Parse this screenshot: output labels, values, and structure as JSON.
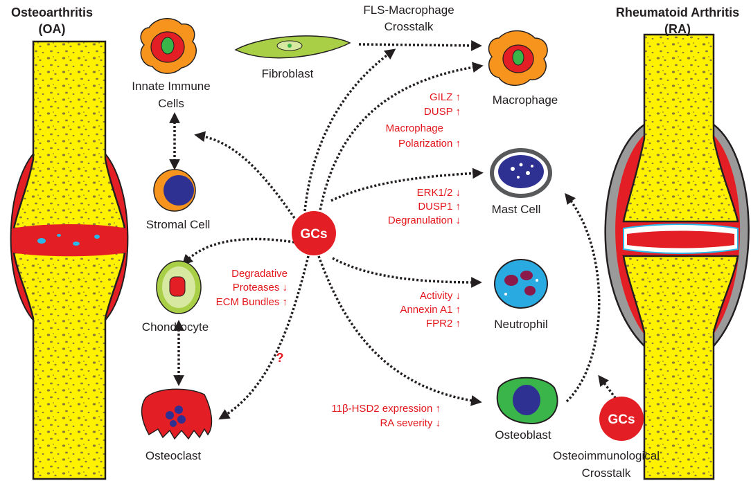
{
  "titles": {
    "oa_line1": "Osteoarthritis",
    "oa_line2": "(OA)",
    "ra_line1": "Rheumatoid Arthritis",
    "ra_line2": "(RA)"
  },
  "center": {
    "label": "GCs"
  },
  "small_gc": {
    "label": "GCs"
  },
  "crosstalk_top": {
    "line1": "FLS-Macrophage",
    "line2": "Crosstalk"
  },
  "crosstalk_bottom": {
    "line1": "Osteoimmunological",
    "line2": "Crosstalk"
  },
  "cells": {
    "innate_line1": "Innate Immune",
    "innate_line2": "Cells",
    "fibroblast": "Fibroblast",
    "stromal": "Stromal Cell",
    "chondrocyte": "Chondrocyte",
    "osteoclast": "Osteoclast",
    "macrophage": "Macrophage",
    "mast": "Mast Cell",
    "neutrophil": "Neutrophil",
    "osteoblast": "Osteoblast"
  },
  "effects": {
    "macrophage": [
      "GILZ ↑",
      "DUSP ↑",
      "Macrophage",
      "Polarization ↑"
    ],
    "mast": [
      "ERK1/2 ↓",
      "DUSP1 ↑",
      "Degranulation ↓"
    ],
    "neutrophil": [
      "Activity ↓",
      "Annexin A1 ↑",
      "FPR2 ↑"
    ],
    "chondrocyte": [
      "Degradative",
      "Proteases ↓",
      "ECM Bundles ↑"
    ],
    "osteoblast": [
      "11β-HSD2 expression ↑",
      "RA severity ↓"
    ],
    "osteoclast_unknown": "?"
  },
  "colors": {
    "bone_yellow": "#fff200",
    "gc_red": "#e3161c",
    "effect_red": "#e3161c",
    "synovium_red": "#e31e24"
  },
  "icons": [
    "arrow-head-icon",
    "dotted-arrow-icon"
  ]
}
